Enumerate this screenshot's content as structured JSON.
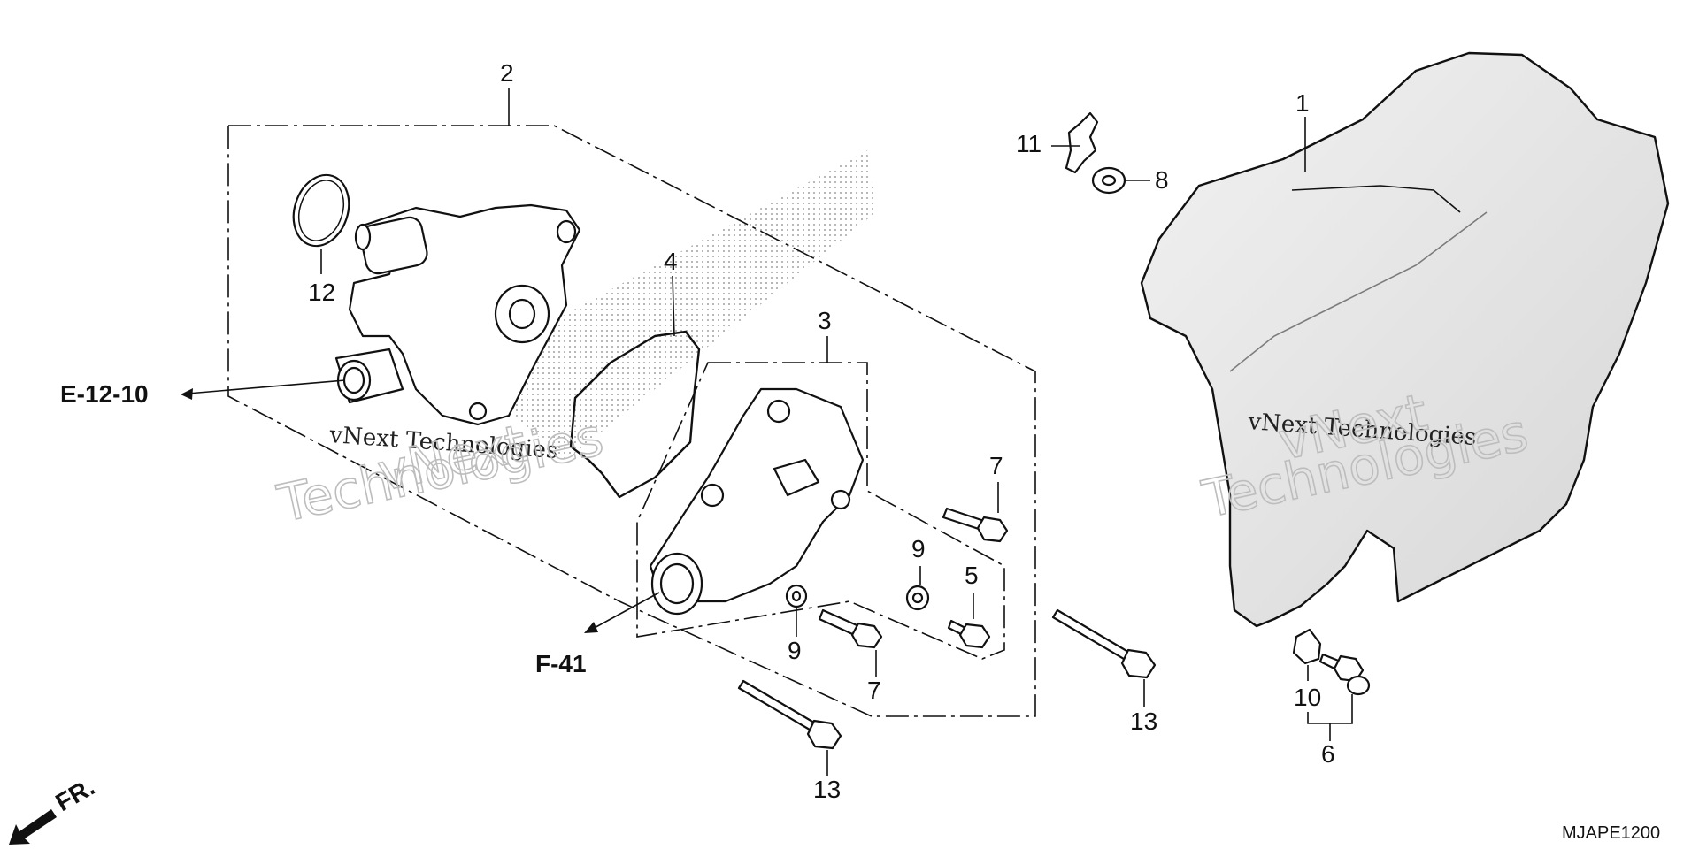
{
  "diagram_code": "MJAPE1200",
  "direction_label": "FR.",
  "references": {
    "left": "E-12-10",
    "bottom": "F-41"
  },
  "watermark": {
    "line1": "vNext Technologies",
    "line2a": "vNext",
    "line2b": "Technologies"
  },
  "callouts": {
    "c1": "1",
    "c2": "2",
    "c3": "3",
    "c4": "4",
    "c5": "5",
    "c6": "6",
    "c7a": "7",
    "c7b": "7",
    "c8": "8",
    "c9a": "9",
    "c9b": "9",
    "c10": "10",
    "c11": "11",
    "c12": "12",
    "c13a": "13",
    "c13b": "13"
  }
}
